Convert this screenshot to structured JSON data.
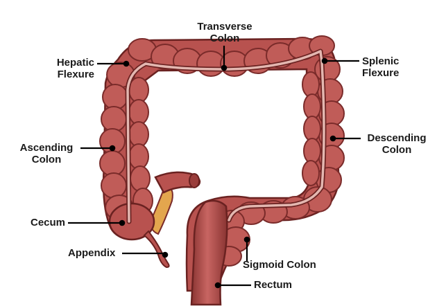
{
  "labels": {
    "transverse_colon": [
      "Transverse",
      "Colon"
    ],
    "hepatic_flexure": [
      "Hepatic",
      "Flexure"
    ],
    "splenic_flexure": [
      "Splenic",
      "Flexure"
    ],
    "ascending_colon": [
      "Ascending",
      "Colon"
    ],
    "descending_colon": [
      "Descending",
      "Colon"
    ],
    "cecum": "Cecum",
    "appendix": "Appendix",
    "sigmoid_colon": "Sigmoid Colon",
    "rectum": "Rectum"
  },
  "colors": {
    "tissue_dark": "#7a2b2a",
    "tissue": "#b8524f",
    "tissue_light": "#cf7672",
    "inner_stripe": "#e3b7b0",
    "fat": "#e3a64e",
    "leader_line": "#000000"
  }
}
